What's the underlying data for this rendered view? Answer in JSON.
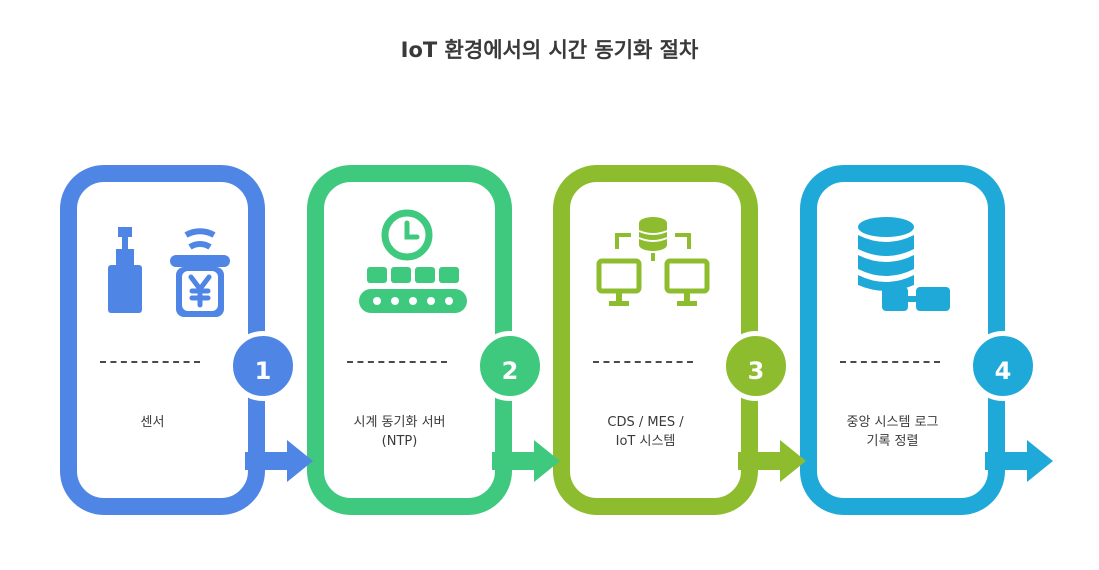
{
  "title": "IoT 환경에서의 시간 동기화 절차",
  "steps": [
    {
      "number": "1",
      "label": "센서",
      "color": "#4f86e6",
      "icon": "iot-sensor-device-icon"
    },
    {
      "number": "2",
      "label": "시계 동기화 서버\n(NTP)",
      "color": "#3ec97e",
      "icon": "clock-server-icon"
    },
    {
      "number": "3",
      "label": "CDS / MES /\nIoT 시스템",
      "color": "#8dbd2e",
      "icon": "networked-database-computers-icon"
    },
    {
      "number": "4",
      "label": "중앙 시스템 로그\n기록 정렬",
      "color": "#1fa9d9",
      "icon": "database-log-icon"
    }
  ]
}
